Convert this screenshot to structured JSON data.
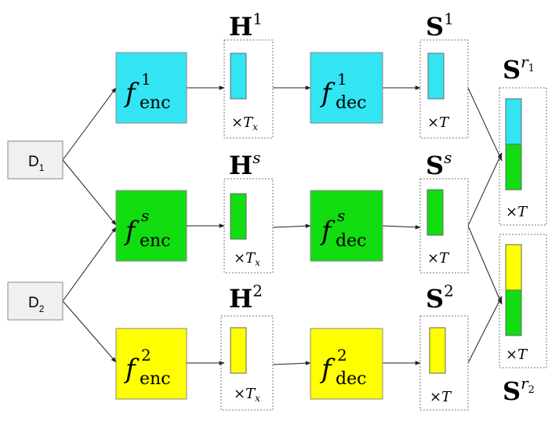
{
  "colors": {
    "cyan": "#33e4f2",
    "green": "#11dd11",
    "yellow": "#ffff00",
    "input_box": "#f0f0f0",
    "box_border": "#888888",
    "dotted_border": "#777777",
    "arrow": "#222222"
  },
  "inputs": {
    "d1": {
      "base": "D",
      "sub": "1"
    },
    "d2": {
      "base": "D",
      "sub": "2"
    }
  },
  "encoders": {
    "e1": {
      "base": "f",
      "sup": "1",
      "sub": "enc"
    },
    "es": {
      "base": "f",
      "sup": "s",
      "sub": "enc"
    },
    "e2": {
      "base": "f",
      "sup": "2",
      "sub": "enc"
    }
  },
  "hidden": {
    "h1": {
      "title_base": "H",
      "title_sup": "1",
      "dim_op": "×",
      "dim_base": "T",
      "dim_sub": "x"
    },
    "hs": {
      "title_base": "H",
      "title_sup": "s",
      "dim_op": "×",
      "dim_base": "T",
      "dim_sub": "x"
    },
    "h2": {
      "title_base": "H",
      "title_sup": "2",
      "dim_op": "×",
      "dim_base": "T",
      "dim_sub": "x"
    }
  },
  "decoders": {
    "d1": {
      "base": "f",
      "sup": "1",
      "sub": "dec"
    },
    "ds": {
      "base": "f",
      "sup": "s",
      "sub": "dec"
    },
    "d2": {
      "base": "f",
      "sup": "2",
      "sub": "dec"
    }
  },
  "sources": {
    "s1": {
      "title_base": "S",
      "title_sup": "1",
      "dim_op": "×",
      "dim_base": "T"
    },
    "ss": {
      "title_base": "S",
      "title_sup": "s",
      "dim_op": "×",
      "dim_base": "T"
    },
    "s2": {
      "title_base": "S",
      "title_sup": "2",
      "dim_op": "×",
      "dim_base": "T"
    }
  },
  "reconstructions": {
    "r1": {
      "title_base": "S",
      "title_sup": "r",
      "title_sup_sub": "1",
      "dim_op": "×",
      "dim_base": "T"
    },
    "r2": {
      "title_base": "S",
      "title_sup": "r",
      "title_sup_sub": "2",
      "dim_op": "×",
      "dim_base": "T"
    }
  }
}
